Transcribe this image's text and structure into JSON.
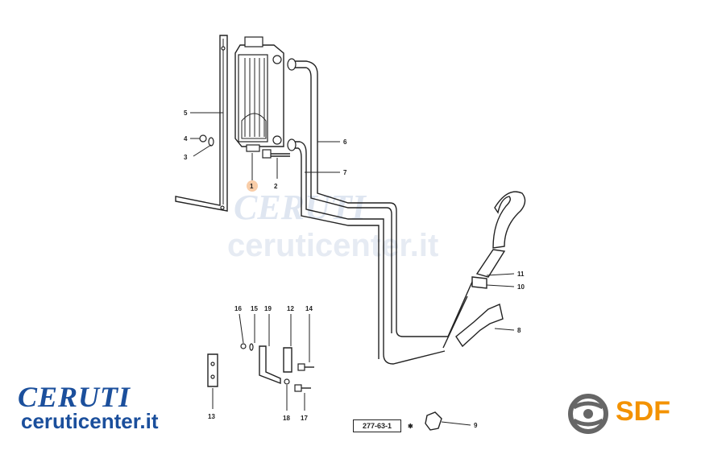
{
  "diagram": {
    "callouts": [
      {
        "id": "1",
        "label": "1"
      },
      {
        "id": "2",
        "label": "2"
      },
      {
        "id": "3",
        "label": "3"
      },
      {
        "id": "4",
        "label": "4"
      },
      {
        "id": "5",
        "label": "5"
      },
      {
        "id": "6",
        "label": "6"
      },
      {
        "id": "7",
        "label": "7"
      },
      {
        "id": "8",
        "label": "8"
      },
      {
        "id": "9",
        "label": "9"
      },
      {
        "id": "10",
        "label": "10"
      },
      {
        "id": "11",
        "label": "11"
      },
      {
        "id": "12",
        "label": "12"
      },
      {
        "id": "13",
        "label": "13"
      },
      {
        "id": "14",
        "label": "14"
      },
      {
        "id": "15",
        "label": "15"
      },
      {
        "id": "16",
        "label": "16"
      },
      {
        "id": "17",
        "label": "17"
      },
      {
        "id": "18",
        "label": "18"
      },
      {
        "id": "19",
        "label": "19"
      }
    ],
    "reference_code": "277-63-1",
    "asterisk": "✱",
    "highlight_color": "#f4a460"
  },
  "branding": {
    "ceruti_logo": "CERUTI",
    "ceruti_url": "ceruticenter.it",
    "sdf_logo": "SDF",
    "brand_blue": "#1b4f9c",
    "sdf_orange": "#f39200",
    "watermark_logo": "CERUTI",
    "watermark_url": "ceruticenter.it"
  }
}
